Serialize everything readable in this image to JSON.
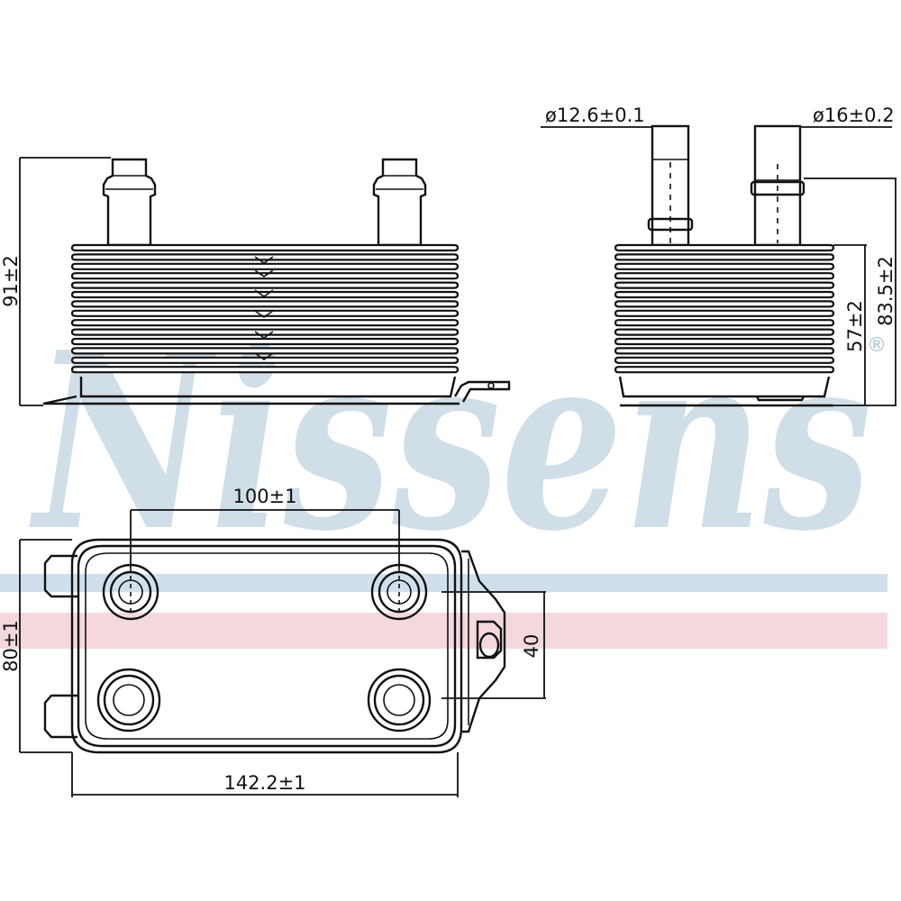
{
  "watermark": {
    "brand": "Nissens",
    "registered_mark": "®",
    "color": "#a9c3d6",
    "stripe_blue": "#bcd2e2",
    "stripe_pink": "#f0c8cf"
  },
  "dimensions": {
    "height_total": "91±2",
    "inlet_diameter": "ø12.6±0.1",
    "outlet_diameter": "ø16±0.2",
    "height_side": "83.5±2",
    "core_height": "57±2",
    "bolt_spacing": "100±1",
    "width": "80±1",
    "bracket_span": "40",
    "length": "142.2±1"
  }
}
